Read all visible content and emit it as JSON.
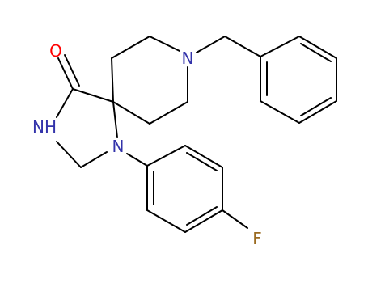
{
  "structure": {
    "atoms": {
      "O": {
        "label": "O",
        "color": "#ff0000"
      },
      "N1": {
        "label": "N",
        "color": "#3333aa"
      },
      "N2": {
        "label": "NH",
        "color": "#3333aa"
      },
      "N3": {
        "label": "N",
        "color": "#3333aa"
      },
      "F": {
        "label": "F",
        "color": "#9a6a20"
      }
    },
    "bond_color": "#000000"
  }
}
